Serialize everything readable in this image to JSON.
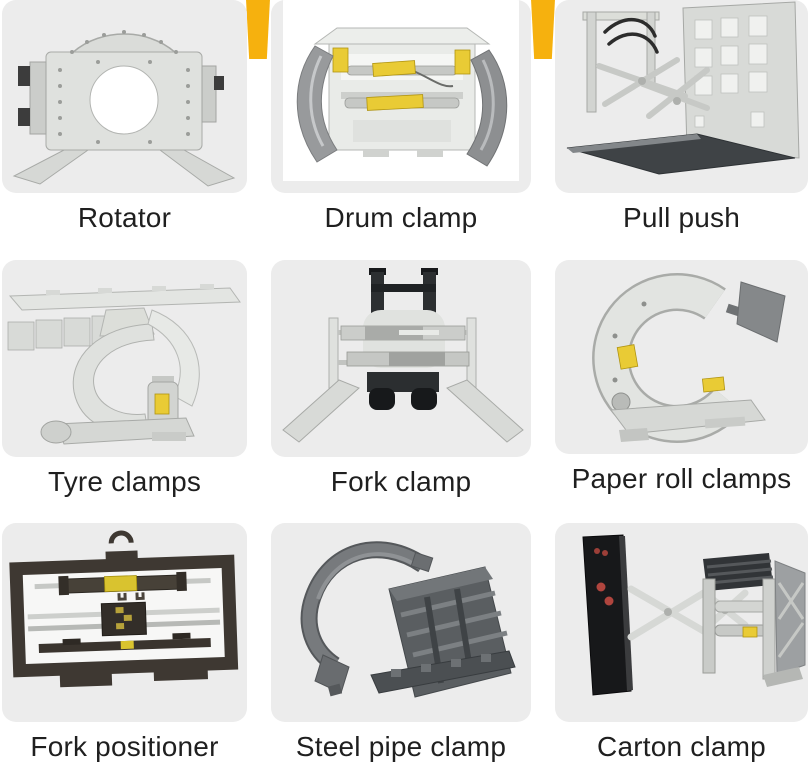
{
  "page": {
    "type": "forklift-attachment-product-grid",
    "background_color": "#ffffff",
    "card_background_color": "#ececec",
    "accent_yellow": "#F6B10E",
    "label_text_color": "#1f1f1f"
  },
  "products": [
    {
      "id": "rotator",
      "label": "Rotator"
    },
    {
      "id": "drum-clamp",
      "label": "Drum clamp"
    },
    {
      "id": "pull-push",
      "label": "Pull push"
    },
    {
      "id": "tyre-clamps",
      "label": "Tyre clamps"
    },
    {
      "id": "fork-clamp",
      "label": "Fork clamp"
    },
    {
      "id": "paper-roll-clamps",
      "label": "Paper roll clamps"
    },
    {
      "id": "fork-positioner",
      "label": "Fork positioner"
    },
    {
      "id": "steel-pipe-clamp",
      "label": "Steel pipe clamp"
    },
    {
      "id": "carton-clamp",
      "label": "Carton clamp"
    }
  ]
}
